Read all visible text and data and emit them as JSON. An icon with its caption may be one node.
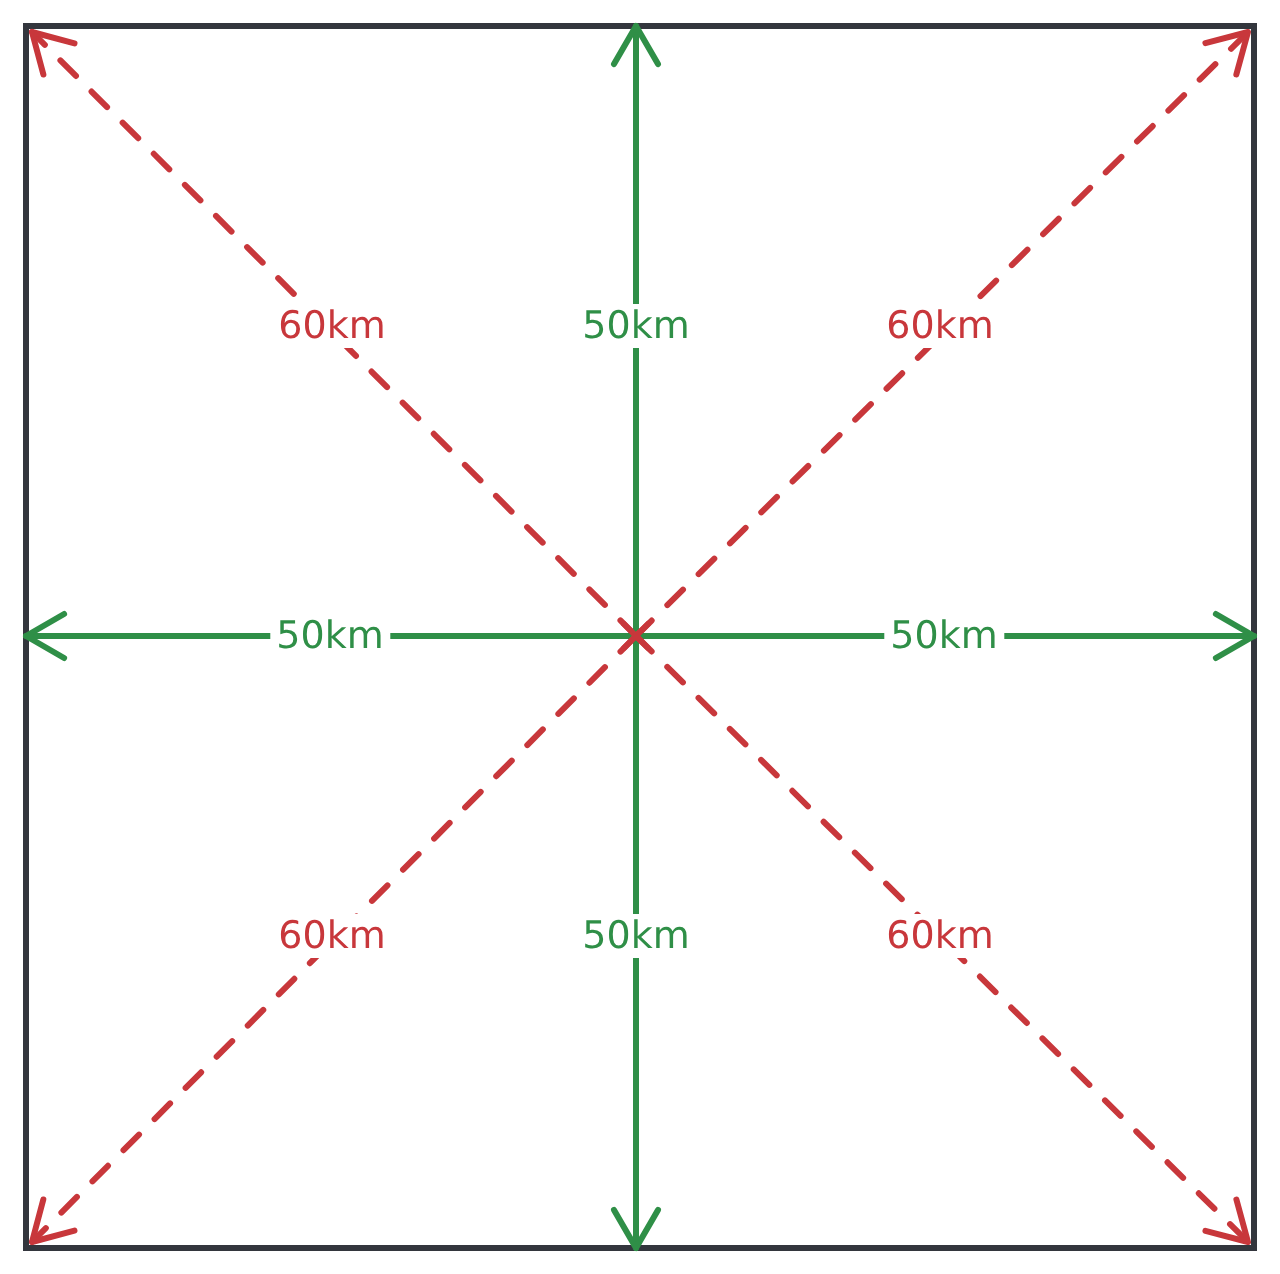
{
  "diagram": {
    "labels": [
      "60km",
      "50km",
      "60km",
      "50km",
      "50km",
      "60km",
      "50km",
      "60km"
    ]
  }
}
